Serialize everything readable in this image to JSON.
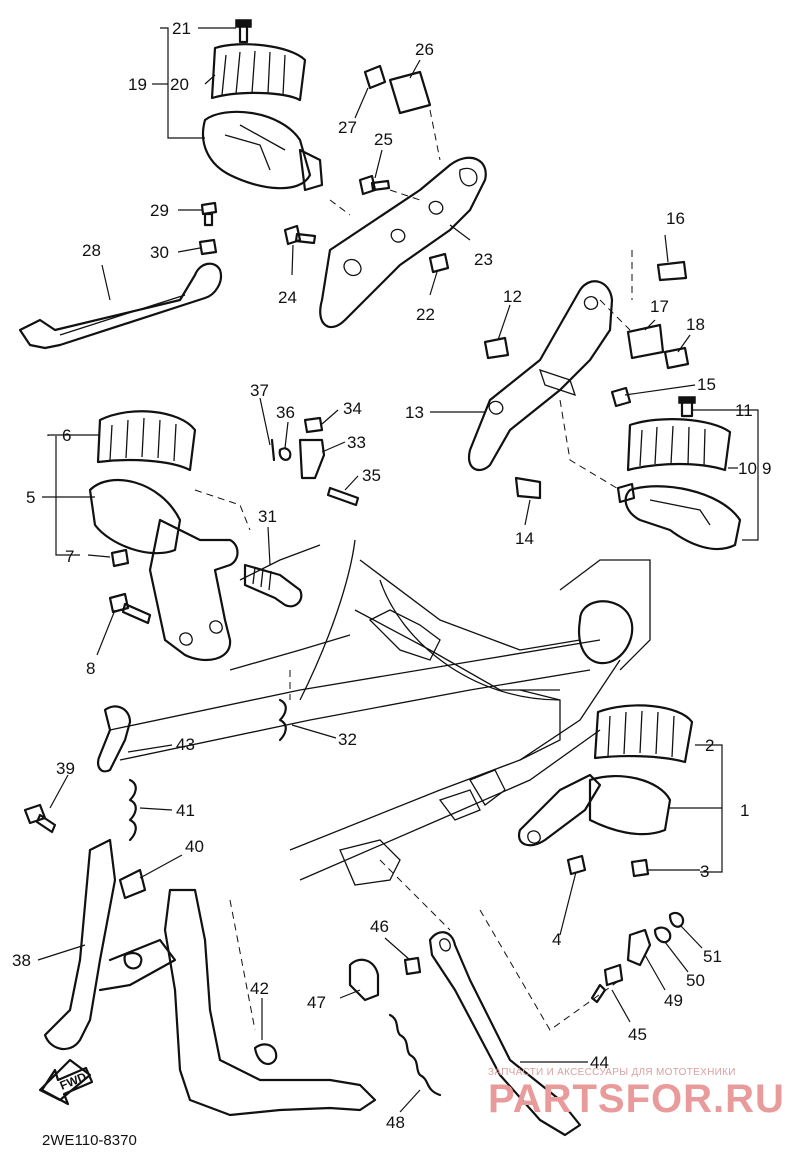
{
  "diagram": {
    "callouts": [
      {
        "id": "1",
        "text": "1"
      },
      {
        "id": "2",
        "text": "2"
      },
      {
        "id": "3",
        "text": "3"
      },
      {
        "id": "4",
        "text": "4"
      },
      {
        "id": "5",
        "text": "5"
      },
      {
        "id": "6",
        "text": "6"
      },
      {
        "id": "7",
        "text": "7"
      },
      {
        "id": "8",
        "text": "8"
      },
      {
        "id": "9",
        "text": "9"
      },
      {
        "id": "10",
        "text": "10"
      },
      {
        "id": "11",
        "text": "11"
      },
      {
        "id": "12",
        "text": "12"
      },
      {
        "id": "13",
        "text": "13"
      },
      {
        "id": "14",
        "text": "14"
      },
      {
        "id": "15",
        "text": "15"
      },
      {
        "id": "16",
        "text": "16"
      },
      {
        "id": "17",
        "text": "17"
      },
      {
        "id": "18",
        "text": "18"
      },
      {
        "id": "19",
        "text": "19"
      },
      {
        "id": "20",
        "text": "20"
      },
      {
        "id": "21",
        "text": "21"
      },
      {
        "id": "22",
        "text": "22"
      },
      {
        "id": "23",
        "text": "23"
      },
      {
        "id": "24",
        "text": "24"
      },
      {
        "id": "25",
        "text": "25"
      },
      {
        "id": "26",
        "text": "26"
      },
      {
        "id": "27",
        "text": "27"
      },
      {
        "id": "28",
        "text": "28"
      },
      {
        "id": "29",
        "text": "29"
      },
      {
        "id": "30",
        "text": "30"
      },
      {
        "id": "31",
        "text": "31"
      },
      {
        "id": "32",
        "text": "32"
      },
      {
        "id": "33",
        "text": "33"
      },
      {
        "id": "34",
        "text": "34"
      },
      {
        "id": "35",
        "text": "35"
      },
      {
        "id": "36",
        "text": "36"
      },
      {
        "id": "37",
        "text": "37"
      },
      {
        "id": "38",
        "text": "38"
      },
      {
        "id": "39",
        "text": "39"
      },
      {
        "id": "40",
        "text": "40"
      },
      {
        "id": "41",
        "text": "41"
      },
      {
        "id": "42",
        "text": "42"
      },
      {
        "id": "43",
        "text": "43"
      },
      {
        "id": "44",
        "text": "44"
      },
      {
        "id": "45",
        "text": "45"
      },
      {
        "id": "46",
        "text": "46"
      },
      {
        "id": "47",
        "text": "47"
      },
      {
        "id": "48",
        "text": "48"
      },
      {
        "id": "49",
        "text": "49"
      },
      {
        "id": "50",
        "text": "50"
      },
      {
        "id": "51",
        "text": "51"
      }
    ],
    "drawing_code": "2WE110-8370",
    "fwd_label": "FWD"
  },
  "watermark": {
    "tagline": "ЗАПЧАСТИ И АКСЕССУАРЫ ДЛЯ МОТОТЕХНИКИ",
    "brand": "PARTSFOR.RU",
    "color": "#e99a9a"
  }
}
